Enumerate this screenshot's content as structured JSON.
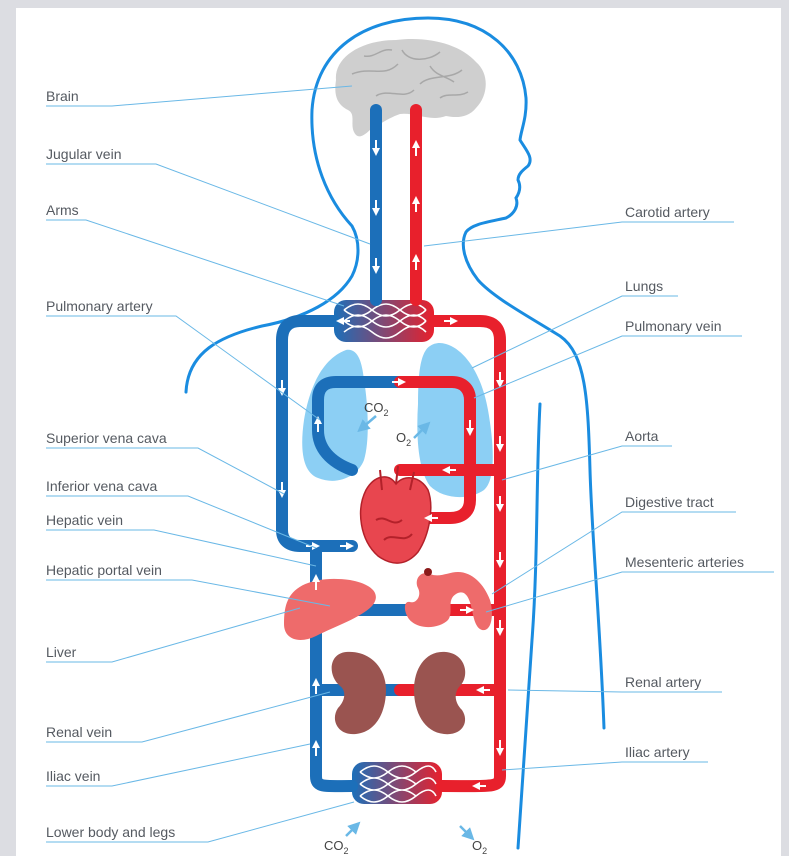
{
  "colors": {
    "vein": "#1c6fb9",
    "artery": "#e8202c",
    "outline": "#1a8ce0",
    "lung": "#8ccff4",
    "organ": "#ee6b6b",
    "kidney": "#9a5450",
    "brain": "#cfcfcf",
    "label": "#555a61",
    "leader": "#6ab8e6",
    "frame": "#dcdde2"
  },
  "labels": {
    "brain": "Brain",
    "jugular_vein": "Jugular vein",
    "arms": "Arms",
    "pulmonary_artery": "Pulmonary artery",
    "superior_vena_cava": "Superior vena cava",
    "inferior_vena_cava": "Inferior vena cava",
    "hepatic_vein": "Hepatic vein",
    "hepatic_portal_vein": "Hepatic portal vein",
    "liver": "Liver",
    "renal_vein": "Renal vein",
    "iliac_vein": "Iliac vein",
    "lower_body_and_legs": "Lower body and legs",
    "carotid_artery": "Carotid artery",
    "lungs": "Lungs",
    "pulmonary_vein": "Pulmonary vein",
    "aorta": "Aorta",
    "digestive_tract": "Digestive tract",
    "mesenteric_arteries": "Mesenteric arteries",
    "renal_artery": "Renal artery",
    "iliac_artery": "Iliac artery"
  },
  "gas": {
    "co2": "CO",
    "o2": "O",
    "sub": "2"
  }
}
